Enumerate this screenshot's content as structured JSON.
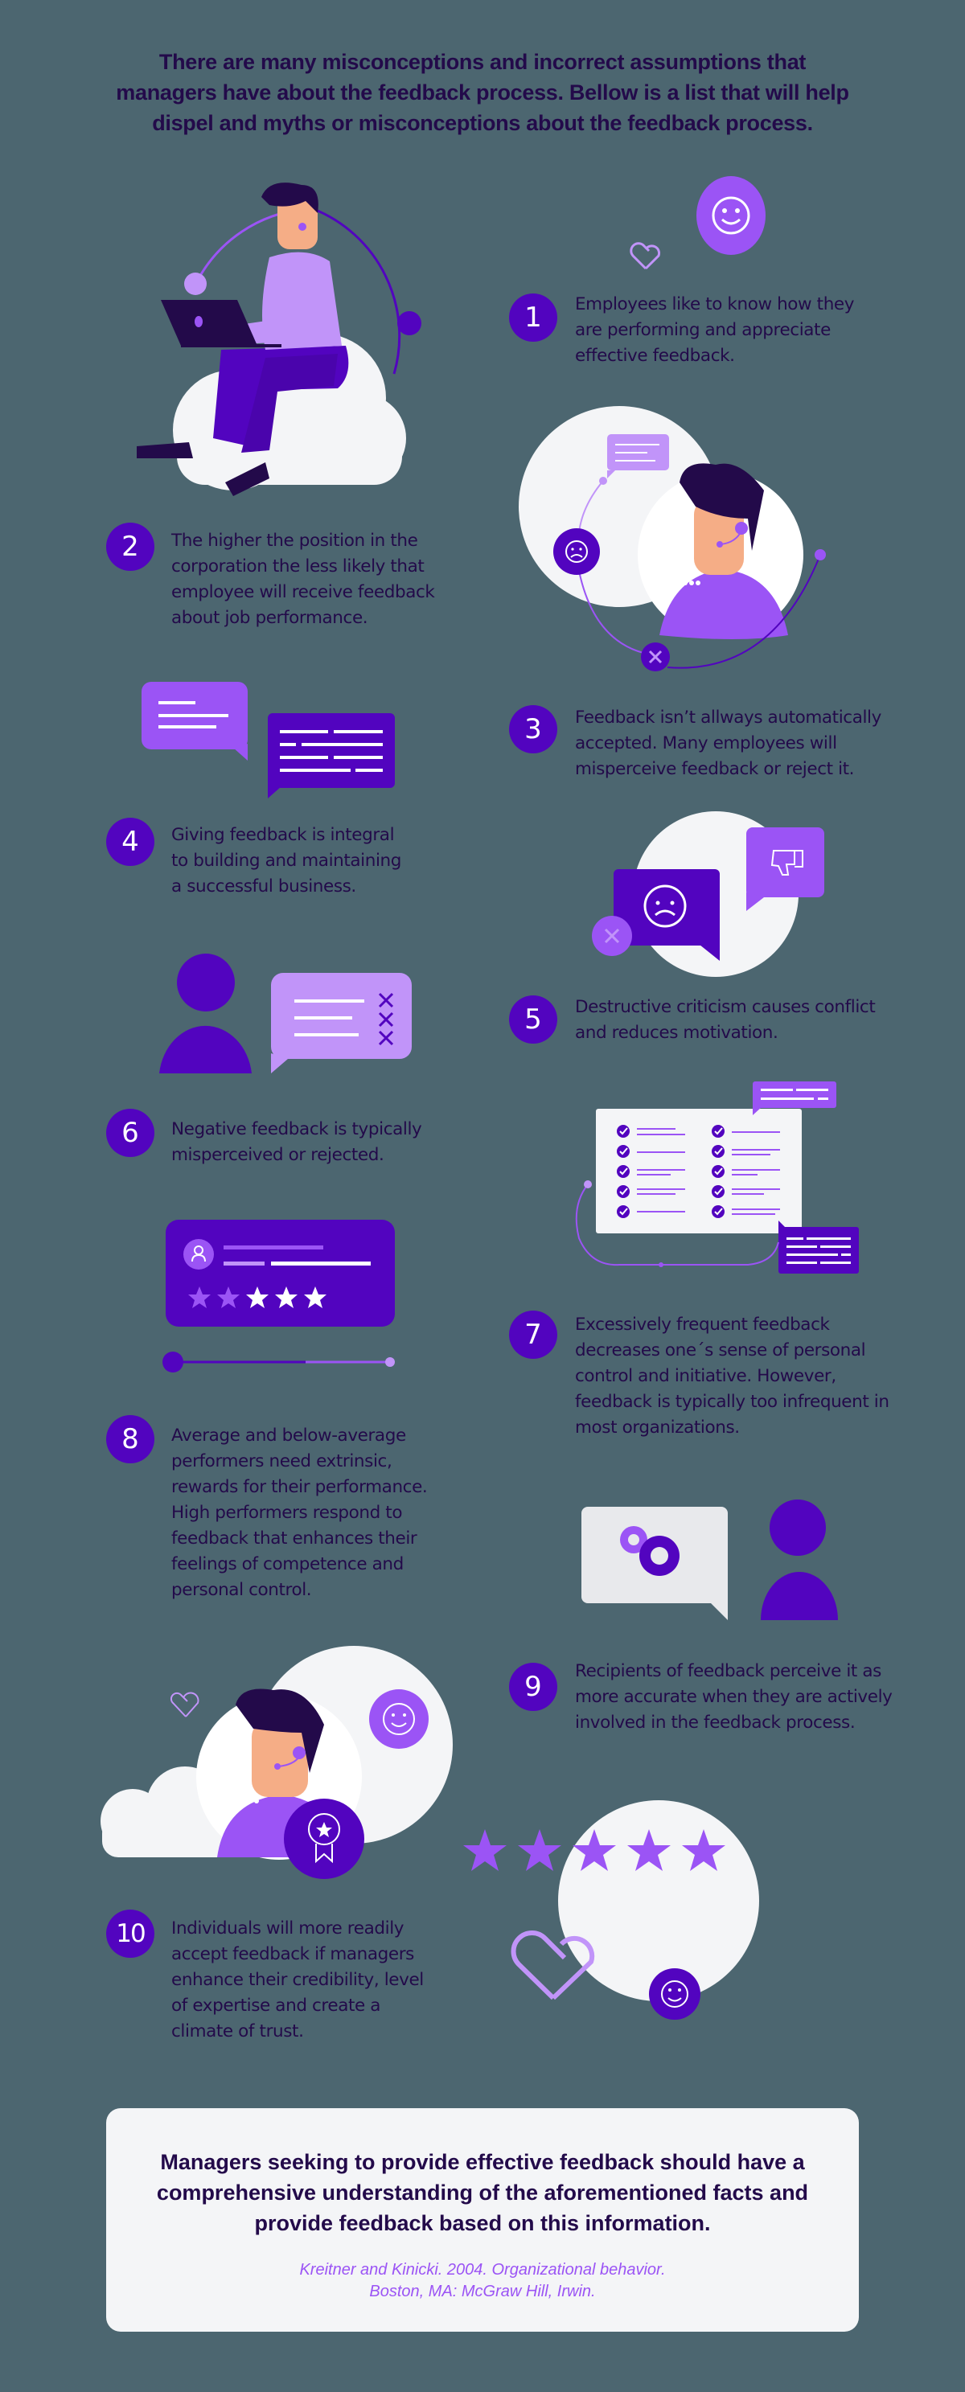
{
  "intro": "There are many misconceptions and incorrect assumptions that managers have about the feedback process. Bellow is a list that will help dispel and myths or misconceptions about the feedback process.",
  "items": [
    {
      "number": "1",
      "text": "Employees like to know how they are performing and appreciate effective feedback."
    },
    {
      "number": "2",
      "text": "The higher the position in the corporation the less likely that employee will receive feedback about job performance."
    },
    {
      "number": "3",
      "text": "Feedback isn’t allways automatically accepted. Many employees will misperceive feedback or reject it."
    },
    {
      "number": "4",
      "text": "Giving feedback is integral to building and maintaining a successful business."
    },
    {
      "number": "5",
      "text": "Destructive criticism causes conflict and reduces motivation."
    },
    {
      "number": "6",
      "text": "Negative feedback is typically misperceived or rejected."
    },
    {
      "number": "7",
      "text": "Excessively frequent feedback decreases one´s sense of personal control and initiative. However, feedback is typically too infrequent in most organizations."
    },
    {
      "number": "8",
      "text": "Average and below-average performers need extrinsic, rewards for their performance. High performers respond to feedback that enhances their feelings of competence and personal control."
    },
    {
      "number": "9",
      "text": "Recipients of feedback perceive it as more accurate when they are actively involved in the feedback process."
    },
    {
      "number": "10",
      "text": "Individuals will more readily accept feedback if managers enhance their credibility, level of expertise and create a climate of trust."
    }
  ],
  "footer": {
    "summary": "Managers seeking to provide effective feedback should have a comprehensive understanding of the aforementioned facts and provide feedback based on this information.",
    "citation_line1": "Kreitner and Kinicki. 2004. Organizational behavior.",
    "citation_line2": "Boston, MA: McGraw Hill, Irwin."
  },
  "colors": {
    "background": "#4c6670",
    "dark_purple": "#5204bf",
    "mid_purple": "#9b54f5",
    "light_purple": "#c194f9",
    "ink": "#230a4a",
    "light_gray": "#f4f5f7",
    "skin": "#f5ad86"
  },
  "icons": {
    "smile": "smiley-face-icon",
    "sad": "sad-face-icon",
    "heart": "heart-outline-icon",
    "close": "x-icon",
    "thumbs_down": "thumbs-down-icon",
    "check": "checkmark-icon",
    "star": "star-icon",
    "user": "user-icon",
    "gear": "gears-icon",
    "award": "award-ribbon-icon"
  },
  "rating_card": {
    "stars_total": 5,
    "stars_dim": 2
  },
  "stars_row": {
    "stars_total": 5
  }
}
